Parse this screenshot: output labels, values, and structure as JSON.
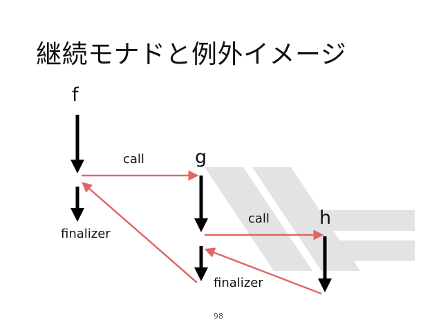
{
  "slide": {
    "title": "継続モナドと例外イメージ",
    "page_number": "98"
  },
  "nodes": {
    "f": "f",
    "g": "g",
    "h": "h"
  },
  "labels": {
    "call_fg": "call",
    "call_gh": "call",
    "finalizer_f": "finalizer",
    "finalizer_g": "finalizer"
  },
  "colors": {
    "flow_arrow": "#000000",
    "call_arrow": "#e06666",
    "background_logo": "#e3e3e3"
  },
  "background": {
    "icon": "haskell-logo-icon"
  }
}
